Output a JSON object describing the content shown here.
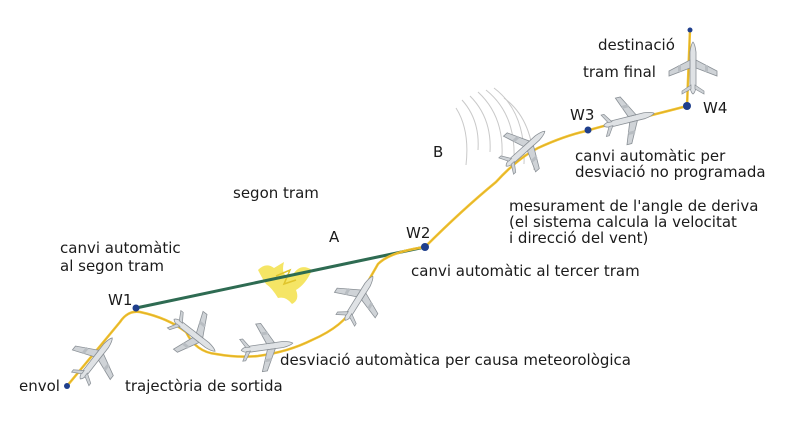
{
  "labels": {
    "destination": "destinació",
    "final_leg": "tram final",
    "w1": "W1",
    "w2": "W2",
    "w3": "W3",
    "w4": "W4",
    "zone_a": "A",
    "zone_b": "B",
    "second_leg": "segon tram",
    "auto_change_second_line1": "canvi automàtic",
    "auto_change_second_line2": "al segon tram",
    "auto_change_third": "canvi automàtic al tercer tram",
    "unplanned_line1": "canvi automàtic per",
    "unplanned_line2": "desviació no programada",
    "drift_line1": "mesurament de l'angle de deriva",
    "drift_line2": "(el sistema calcula la velocitat",
    "drift_line3": "i direcció del vent)",
    "weather_deviation": "desviació automàtica per causa meteorològica",
    "takeoff": "envol",
    "departure_path": "trajectòria de sortida"
  },
  "colors": {
    "flight_path": "#f2c230",
    "planned_leg": "#2e6b52",
    "waypoint": "#1f3f8c",
    "aircraft": "#c8ccd0",
    "storm": "#f3e04a"
  },
  "icons": [
    "airplane-icon",
    "storm-icon",
    "wind-icon"
  ]
}
